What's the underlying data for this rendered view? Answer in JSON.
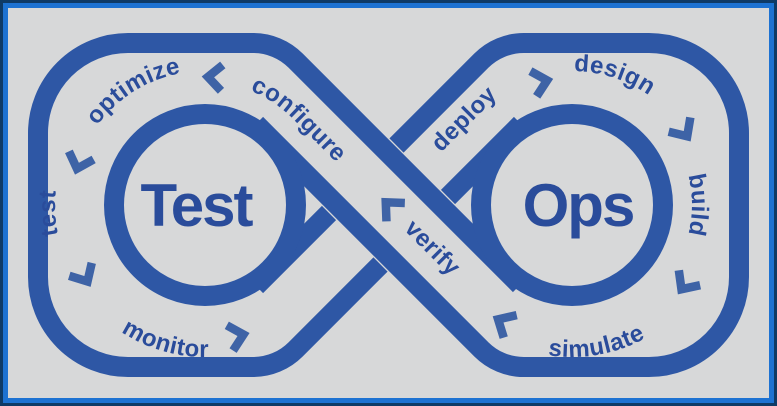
{
  "loops": {
    "left": "Test",
    "right": "Ops"
  },
  "stages": {
    "optimize": "optimize",
    "test": "test",
    "monitor": "monitor",
    "configure": "configure",
    "verify": "verify",
    "deploy": "deploy",
    "design": "design",
    "build": "build",
    "simulate": "simulate"
  },
  "icons": {
    "chevron": "flow-direction-chevron"
  },
  "colors": {
    "loop": "#2e57a5",
    "text": "#2a4c9b",
    "chevron": "#3e63a6",
    "bg": "#d7d8d9",
    "border-blue": "#1d72d2",
    "border-dark": "#0e3a66"
  }
}
